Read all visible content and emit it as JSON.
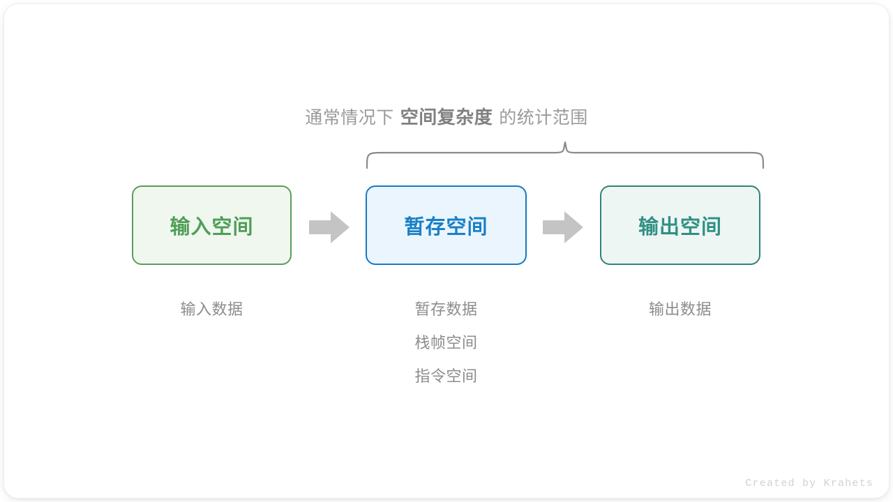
{
  "caption": {
    "prefix": "通常情况下",
    "emphasis": "空间复杂度",
    "suffix": "的统计范围"
  },
  "boxes": [
    {
      "title": "输入空间",
      "color": "#4f9e56",
      "border": "#5d9c5d",
      "fill": "#eff7ef"
    },
    {
      "title": "暂存空间",
      "color": "#1a7fc6",
      "border": "#1579c4",
      "fill": "#eaf5fd"
    },
    {
      "title": "输出空间",
      "color": "#309083",
      "border": "#2e8479",
      "fill": "#eef6f4"
    }
  ],
  "sublabels": {
    "input": [
      "输入数据"
    ],
    "temp": [
      "暂存数据",
      "栈帧空间",
      "指令空间"
    ],
    "output": [
      "输出数据"
    ]
  },
  "icons": {
    "arrow_1": "right-arrow-icon",
    "arrow_2": "right-arrow-icon",
    "brace": "curly-brace-icon"
  },
  "colors": {
    "arrow": "#c4c4c4",
    "brace": "#8a8a8a",
    "caption": "#9a9a9a",
    "caption_emphasis": "#808080",
    "sublabel": "#8c8c8c",
    "footer": "#d2d2d2",
    "card": "#ffffff"
  },
  "footer": "Created by Krahets"
}
